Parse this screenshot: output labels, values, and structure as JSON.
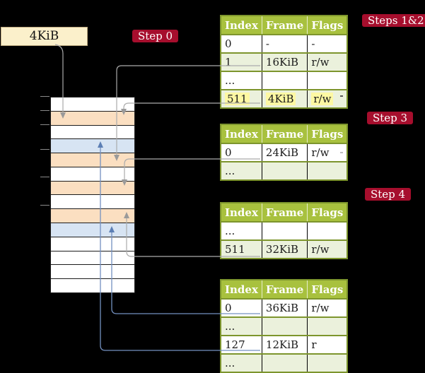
{
  "palette": {
    "background": "#000000",
    "badge_red": "#A60E2D",
    "header_green": "#A8C13E",
    "row_green": "#EBF1DC",
    "table_border_green": "#7D952D",
    "box_cream": "#FBF0CB",
    "peach": "#FBDFC1",
    "light_blue": "#D7E4F3",
    "gray_connector": "#ABABAB",
    "blue_connector": "#7390C0",
    "highlight_yellow": "#FDF8A3"
  },
  "page_box": {
    "label": "4KiB"
  },
  "badges": {
    "step0": "Step 0",
    "steps12": "Steps 1&2",
    "step3": "Step 3",
    "step4": "Step 4"
  },
  "memory_stack": {
    "rows": [
      "white",
      "peach",
      "white",
      "blue",
      "peach",
      "white",
      "peach",
      "white",
      "peach",
      "blue",
      "white",
      "white",
      "white",
      "white"
    ]
  },
  "tables": [
    {
      "headers": [
        "Index",
        "Frame",
        "Flags"
      ],
      "rows": [
        {
          "cells": [
            "0",
            "-",
            "-"
          ],
          "highlight": false
        },
        {
          "cells": [
            "1",
            "16KiB",
            "r/w"
          ],
          "highlight": false
        },
        {
          "cells": [
            "...",
            "",
            ""
          ],
          "highlight": false
        },
        {
          "cells": [
            "511",
            "4KiB",
            "r/w"
          ],
          "highlight": true
        }
      ]
    },
    {
      "headers": [
        "Index",
        "Frame",
        "Flags"
      ],
      "rows": [
        {
          "cells": [
            "0",
            "24KiB",
            "r/w"
          ],
          "highlight": false
        },
        {
          "cells": [
            "...",
            "",
            ""
          ],
          "highlight": false
        }
      ]
    },
    {
      "headers": [
        "Index",
        "Frame",
        "Flags"
      ],
      "rows": [
        {
          "cells": [
            "...",
            "",
            ""
          ],
          "highlight": false
        },
        {
          "cells": [
            "511",
            "32KiB",
            "r/w"
          ],
          "highlight": false
        }
      ]
    },
    {
      "headers": [
        "Index",
        "Frame",
        "Flags"
      ],
      "rows": [
        {
          "cells": [
            "0",
            "36KiB",
            "r/w"
          ],
          "highlight": false
        },
        {
          "cells": [
            "...",
            "",
            ""
          ],
          "highlight": false
        },
        {
          "cells": [
            "127",
            "12KiB",
            "r"
          ],
          "highlight": false
        },
        {
          "cells": [
            "...",
            "",
            ""
          ],
          "highlight": false
        }
      ]
    }
  ],
  "connectors": [
    {
      "from": "page-box-4KiB",
      "to": "stack-peach-row-1",
      "color": "gray"
    },
    {
      "from": "table1-row-1-16KiB",
      "to": "stack-peach-row-4",
      "color": "gray"
    },
    {
      "from": "table1-row-511-4KiB",
      "to": "stack-peach-row-1",
      "color": "gray"
    },
    {
      "from": "table2-row-0-24KiB",
      "to": "stack-peach-row-6",
      "color": "gray"
    },
    {
      "from": "table3-row-511-32KiB",
      "to": "stack-peach-row-8",
      "color": "gray"
    },
    {
      "from": "table4-row-0-36KiB",
      "to": "stack-blue-row-9",
      "color": "blue"
    },
    {
      "from": "table4-row-127-12KiB",
      "to": "stack-blue-row-3",
      "color": "blue"
    }
  ]
}
